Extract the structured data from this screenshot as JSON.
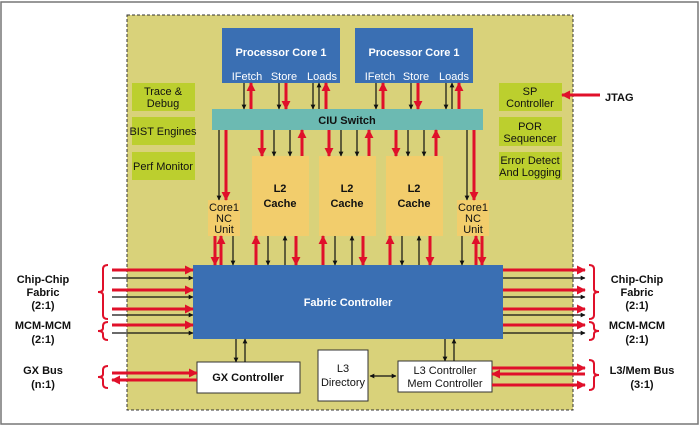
{
  "cores": [
    {
      "title": "Processor Core 1",
      "ports": [
        "IFetch",
        "Store",
        "Loads"
      ]
    },
    {
      "title": "Processor Core 1",
      "ports": [
        "IFetch",
        "Store",
        "Loads"
      ]
    }
  ],
  "ciu_switch": "CIU Switch",
  "left_units": [
    [
      "Trace &",
      "Debug"
    ],
    [
      "BIST Engines"
    ],
    [
      "Perf Monitor"
    ]
  ],
  "right_units": [
    [
      "SP",
      "Controller"
    ],
    [
      "POR",
      "Sequencer"
    ],
    [
      "Error Detect",
      "And Logging"
    ]
  ],
  "jtag": "JTAG",
  "l2_caches": [
    [
      "L2",
      "Cache"
    ],
    [
      "L2",
      "Cache"
    ],
    [
      "L2",
      "Cache"
    ]
  ],
  "nc_units": [
    [
      "Core1",
      "NC",
      "Unit"
    ],
    [
      "Core1",
      "NC",
      "Unit"
    ]
  ],
  "fabric_controller": "Fabric Controller",
  "gx_controller": "GX Controller",
  "l3_directory": [
    "L3",
    "Directory"
  ],
  "l3_controller": [
    "L3 Controller",
    "Mem Controller"
  ],
  "left_buses": {
    "chip_chip": [
      "Chip-Chip",
      "Fabric",
      "(2:1)"
    ],
    "mcm": [
      "MCM-MCM",
      "(2:1)"
    ],
    "gx": [
      "GX Bus",
      "(n:1)"
    ]
  },
  "right_buses": {
    "chip_chip": [
      "Chip-Chip",
      "Fabric",
      "(2:1)"
    ],
    "mcm": [
      "MCM-MCM",
      "(2:1)"
    ],
    "l3mem": [
      "L3/Mem Bus",
      "(3:1)"
    ]
  },
  "colors": {
    "chip": "#d9d27a",
    "core_blue": "#3a6fb3",
    "ciu": "#6cbab2",
    "green_unit": "#bccf2e",
    "l2": "#f2cd6c",
    "red_bus": "#e0102a"
  }
}
